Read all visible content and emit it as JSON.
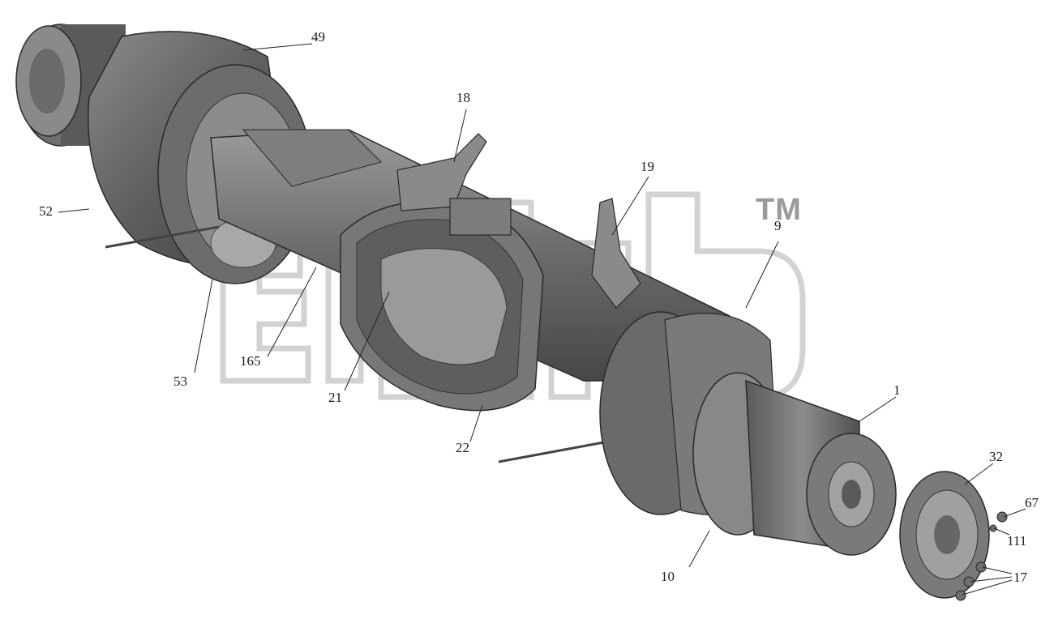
{
  "diagram": {
    "trademark": "TM",
    "colors": {
      "part_dark": "#5c5c5c",
      "part_mid": "#7a7a7a",
      "part_light": "#9e9e9e",
      "leader": "#222222",
      "watermark": "#bdbdbd"
    },
    "callouts": {
      "c49": "49",
      "c18": "18",
      "c19": "19",
      "c52": "52",
      "c9": "9",
      "c53": "53",
      "c165": "165",
      "c21": "21",
      "c22": "22",
      "c1": "1",
      "c32": "32",
      "c67": "67",
      "c111": "111",
      "c17": "17",
      "c10": "10"
    }
  }
}
